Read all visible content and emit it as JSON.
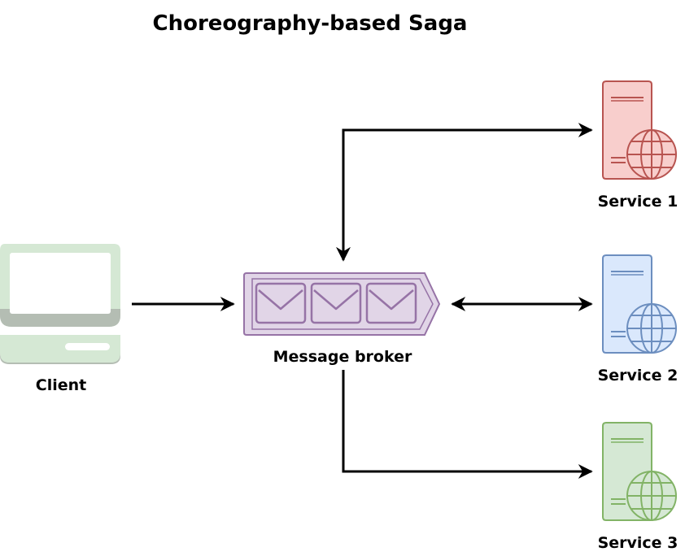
{
  "title": "Choreography-based Saga",
  "client": {
    "label": "Client",
    "icon": "desktop-computer-icon",
    "fill": "#d5e8d4",
    "stroke": "#82b366"
  },
  "broker": {
    "label": "Message broker",
    "icon": "message-queue-icon",
    "fill": "#e1d5e7",
    "stroke": "#9673a6"
  },
  "services": [
    {
      "label": "Service 1",
      "icon": "web-server-icon",
      "fill": "#f8cecc",
      "stroke": "#b85450"
    },
    {
      "label": "Service 2",
      "icon": "web-server-icon",
      "fill": "#dae8fc",
      "stroke": "#6c8ebf"
    },
    {
      "label": "Service 3",
      "icon": "web-server-icon",
      "fill": "#d5e8d4",
      "stroke": "#82b366"
    }
  ],
  "edges": [
    {
      "from": "Client",
      "to": "Message broker",
      "direction": "one-way"
    },
    {
      "from": "Service 1",
      "to": "Message broker",
      "direction": "two-way"
    },
    {
      "from": "Message broker",
      "to": "Service 2",
      "direction": "two-way"
    },
    {
      "from": "Message broker",
      "to": "Service 3",
      "direction": "one-way"
    }
  ]
}
